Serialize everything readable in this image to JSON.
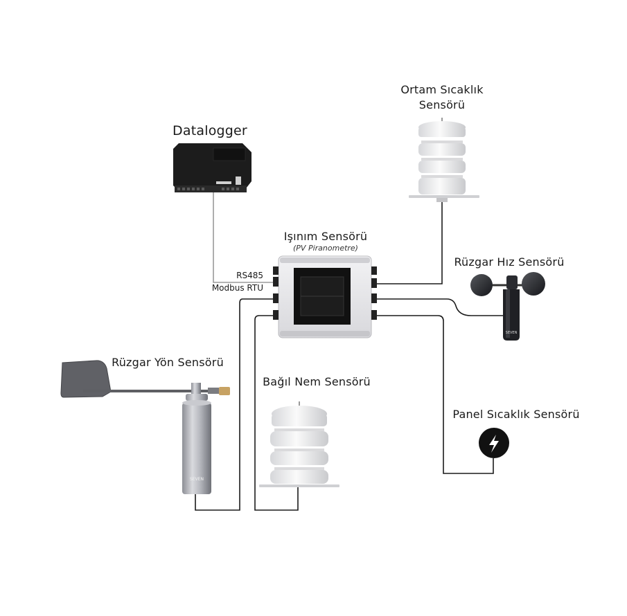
{
  "datalogger": {
    "label": "Datalogger"
  },
  "irradiance": {
    "label": "Işınım Sensörü",
    "sublabel": "(PV Piranometre)"
  },
  "ambient_temp": {
    "label_line1": "Ortam Sıcaklık",
    "label_line2": "Sensörü"
  },
  "wind_speed": {
    "label": "Rüzgar Hız Sensörü",
    "brand": "SEVEN"
  },
  "wind_direction": {
    "label": "Rüzgar Yön Sensörü",
    "brand": "SEVEN"
  },
  "humidity": {
    "label": "Bağıl Nem Sensörü"
  },
  "panel_temp": {
    "label": "Panel Sıcaklık Sensörü"
  },
  "connection": {
    "line1": "RS485",
    "line2": "Modbus RTU"
  },
  "colors": {
    "cable": "#1a1a1a",
    "datalogger_body": "#1c1c1c",
    "box": "#e4e4e6",
    "shield": "#f3f3f3"
  }
}
